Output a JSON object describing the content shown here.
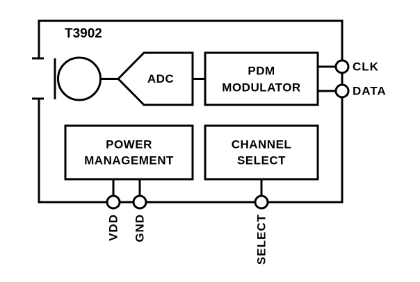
{
  "diagram": {
    "title": "T3902",
    "blocks": {
      "adc": {
        "label": "ADC"
      },
      "pdm_modulator": {
        "line1": "PDM",
        "line2": "MODULATOR"
      },
      "power_management": {
        "line1": "POWER",
        "line2": "MANAGEMENT"
      },
      "channel_select": {
        "line1": "CHANNEL",
        "line2": "SELECT"
      }
    },
    "pins": {
      "clk": {
        "label": "CLK"
      },
      "data": {
        "label": "DATA"
      },
      "vdd": {
        "label": "VDD"
      },
      "gnd": {
        "label": "GND"
      },
      "select": {
        "label": "SELECT"
      }
    },
    "icons": {
      "microphone_icon": "circle-with-membrane"
    },
    "colors": {
      "line": "#000000",
      "background": "#ffffff",
      "text": "#000000"
    }
  }
}
